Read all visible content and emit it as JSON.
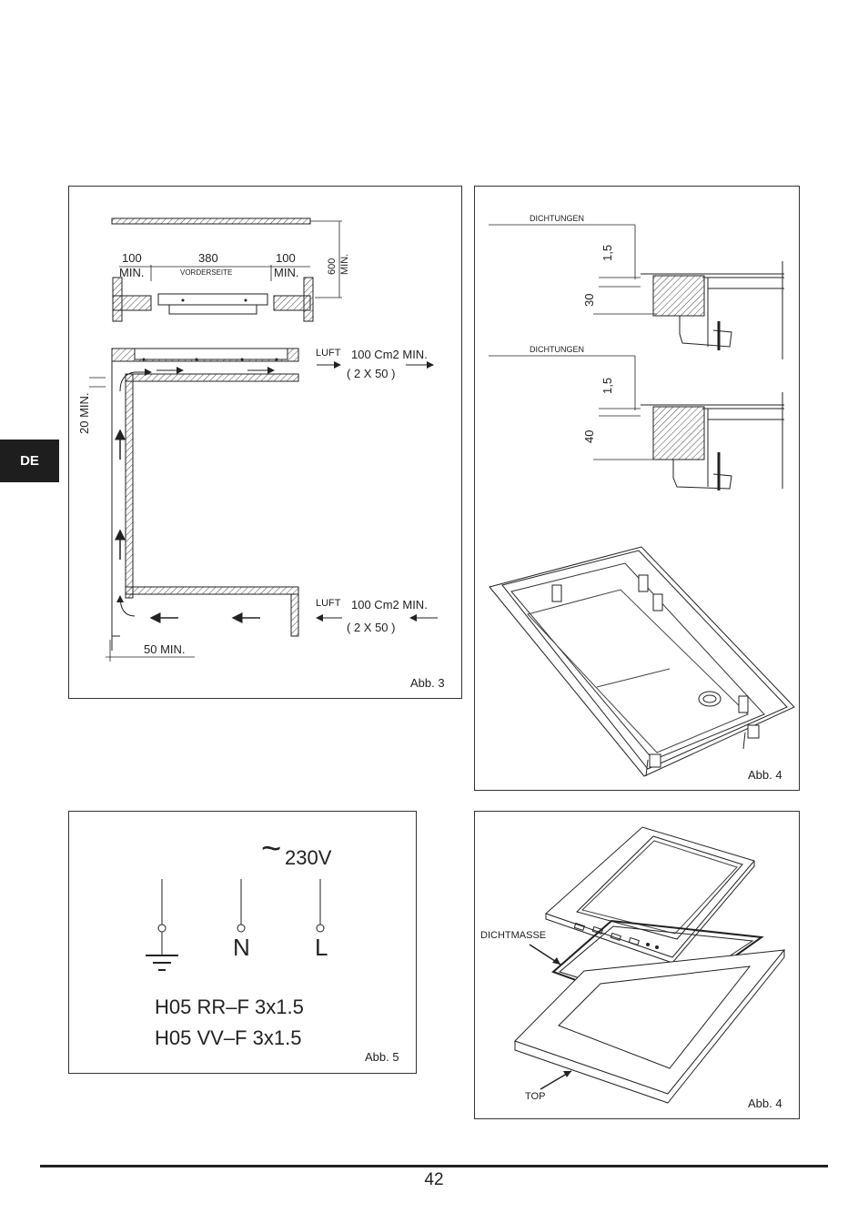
{
  "side_tab": {
    "language": "DE"
  },
  "fig3": {
    "caption": "Abb. 3",
    "dim_left": "100",
    "dim_left_sub": "MIN.",
    "dim_mid": "380",
    "dim_mid_sub": "VORDERSEITE",
    "dim_right": "100",
    "dim_right_sub": "MIN.",
    "dim_depth": "600",
    "dim_depth_sub": "MIN.",
    "top_gap": "20  MIN.",
    "bottom_gap": "50  MIN.",
    "air_top_label": "LUFT",
    "air_top_value": "100 Cm2  MIN.",
    "air_top_detail": "( 2 X 50 )",
    "air_bottom_label": "LUFT",
    "air_bottom_value": "100 Cm2  MIN.",
    "air_bottom_detail": "( 2 X 50 )"
  },
  "fig4_top": {
    "caption": "Abb. 4",
    "seal_label_1": "DICHTUNGEN",
    "gap_1": "1,5",
    "thickness_1": "30",
    "seal_label_2": "DICHTUNGEN",
    "gap_2": "1,5",
    "thickness_2": "40"
  },
  "fig5": {
    "caption": "Abb. 5",
    "voltage_symbol": "~",
    "voltage": "230V",
    "terminal_neutral": "N",
    "terminal_live": "L",
    "cable_1": "H05  RR–F  3x1.5",
    "cable_2": "H05  VV–F  3x1.5"
  },
  "fig4_bottom": {
    "caption": "Abb. 4",
    "sealant_label": "DICHTMASSE",
    "top_label": "TOP"
  },
  "page": {
    "number": "42"
  }
}
